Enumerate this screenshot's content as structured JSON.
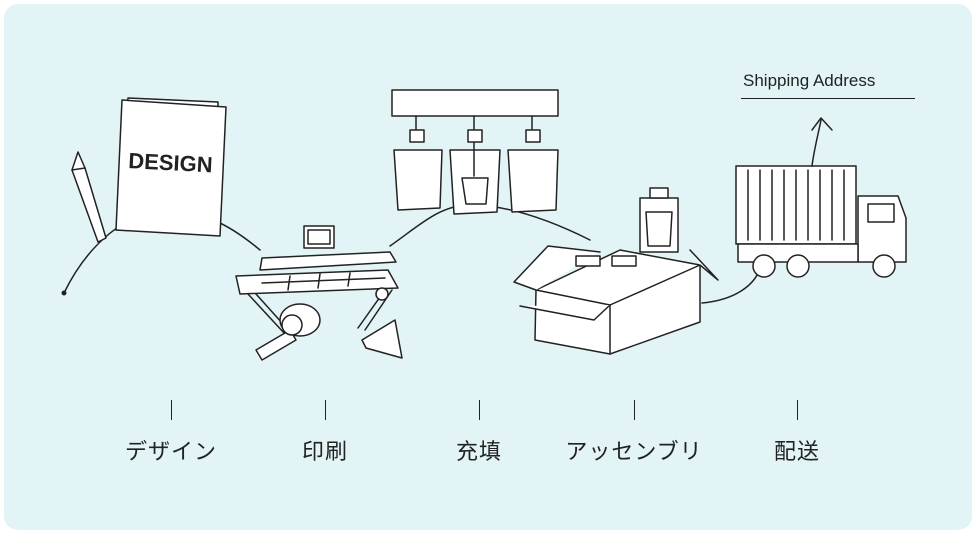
{
  "colors": {
    "background": "#e2f4f6",
    "line": "#222222",
    "fill": "#ffffff"
  },
  "document_cover_text": "DESIGN",
  "shipping_label": "Shipping Address",
  "steps": [
    {
      "label": "デザイン"
    },
    {
      "label": "印刷"
    },
    {
      "label": "充填"
    },
    {
      "label": "アッセンブリ"
    },
    {
      "label": "配送"
    }
  ],
  "icons": [
    "pencil-icon",
    "document-icon",
    "printer-icon",
    "filling-machine-icon",
    "pouch-icon",
    "box-icon",
    "truck-icon",
    "arrow-up-icon"
  ]
}
